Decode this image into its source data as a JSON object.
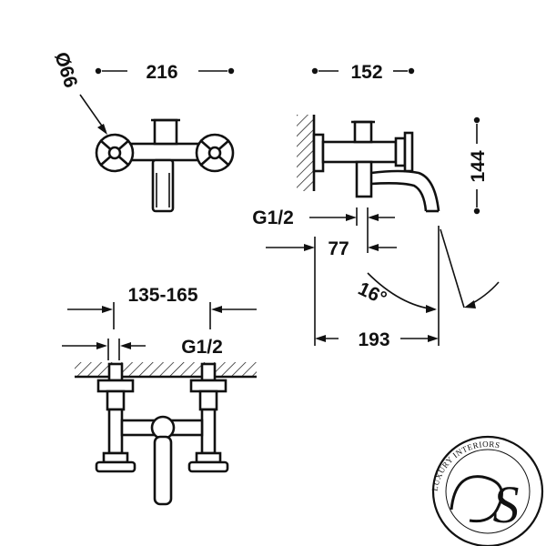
{
  "dimensions": {
    "handle_diameter": "Ø66",
    "top_width": "216",
    "side_depth": "152",
    "side_height": "144",
    "side_thread": "G1/2",
    "spout_offset": "77",
    "spout_angle": "16°",
    "spout_reach": "193",
    "centers_range": "135-165",
    "front_thread": "G1/2"
  },
  "logo": {
    "ring_text": "LUXURY INTERIORS",
    "monogram": "S"
  },
  "colors": {
    "ink": "#111111",
    "background": "#ffffff"
  }
}
